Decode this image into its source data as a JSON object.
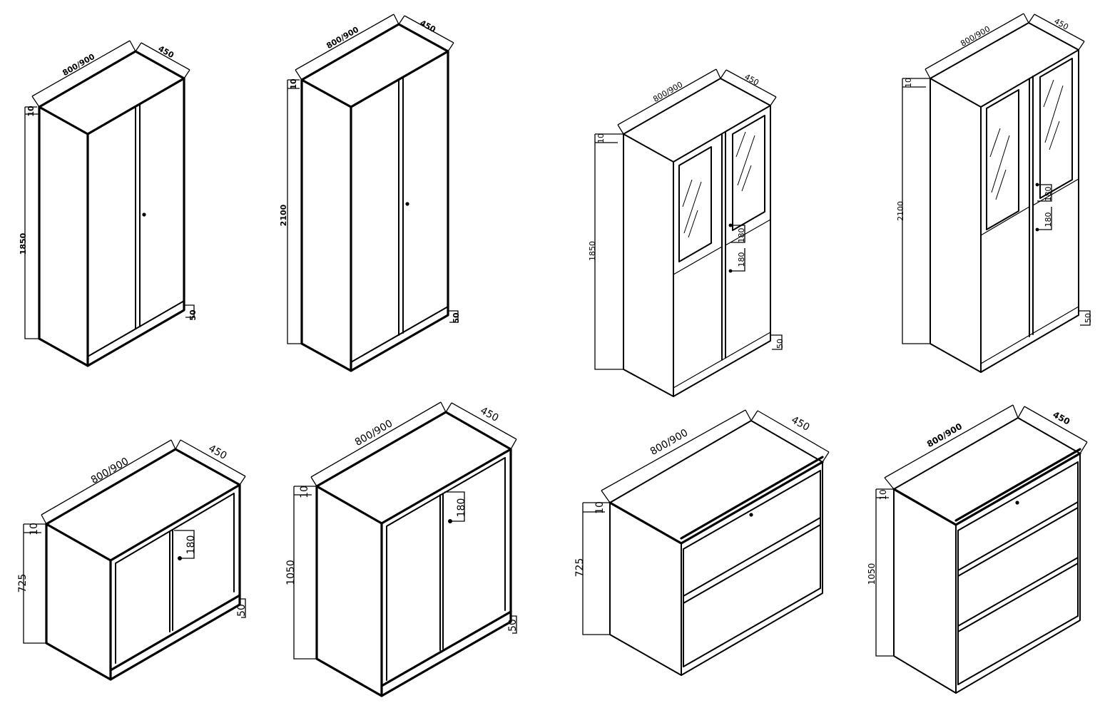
{
  "diagram": {
    "cabinets": [
      {
        "id": "tall-double-door-1850",
        "width": "800/900",
        "depth": "450",
        "height": "1850",
        "top": "10",
        "plinth": "50"
      },
      {
        "id": "tall-double-door-2100",
        "width": "800/900",
        "depth": "450",
        "height": "2100",
        "top": "10",
        "plinth": "50"
      },
      {
        "id": "tall-glass-door-1850",
        "width": "800/900",
        "depth": "450",
        "height": "1850",
        "top": "10",
        "plinth": "50",
        "handle_a": "180",
        "handle_b": "180"
      },
      {
        "id": "tall-glass-door-2100",
        "width": "800/900",
        "depth": "450",
        "height": "2100",
        "top": "10",
        "plinth": "50",
        "handle_a": "180",
        "handle_b": "180"
      },
      {
        "id": "low-door-725",
        "width": "800/900",
        "depth": "450",
        "height": "725",
        "top": "10",
        "plinth": "50",
        "handle": "180"
      },
      {
        "id": "mid-door-1050",
        "width": "800/900",
        "depth": "450",
        "height": "1050",
        "top": "10",
        "plinth": "50",
        "handle": "180"
      },
      {
        "id": "low-drawer-725",
        "width": "800/900",
        "depth": "450",
        "height": "725",
        "top": "10"
      },
      {
        "id": "mid-drawer-1050",
        "width": "800/900",
        "depth": "450",
        "height": "1050",
        "top": "10"
      }
    ]
  }
}
